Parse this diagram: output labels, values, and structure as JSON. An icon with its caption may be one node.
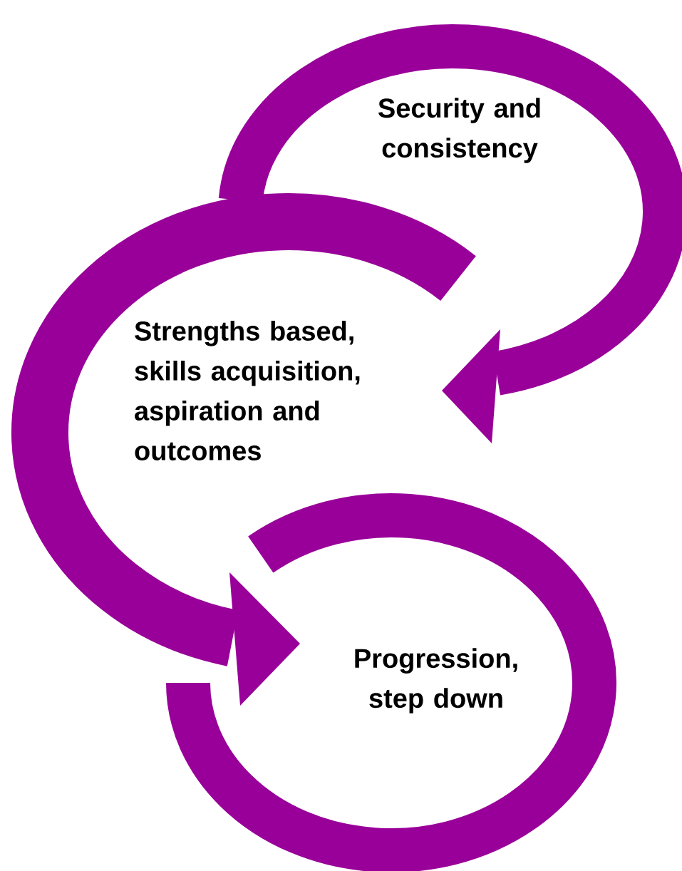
{
  "diagram": {
    "nodes": [
      {
        "text": [
          "Security and consistency"
        ]
      },
      {
        "text": [
          "Strengths based, skills acquisition, aspiration and outcomes"
        ]
      },
      {
        "text": [
          "Progression, step down"
        ]
      }
    ]
  }
}
